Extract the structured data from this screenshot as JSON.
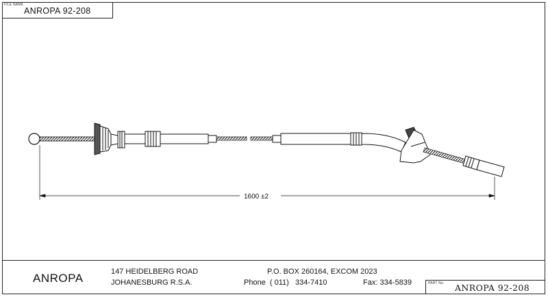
{
  "title_block": {
    "file_name_label": "FILE NAME",
    "file_name": "ANROPA 92-208"
  },
  "drawing": {
    "dimension_text": "1600 ±2"
  },
  "footer": {
    "company": "ANROPA",
    "address_line1": "147 HEIDELBERG ROAD",
    "address_line2": "JOHANESBURG R.S.A.",
    "po_box": "P.O. BOX 260164, EXCOM 2023",
    "phone": "Phone  ( 011)   334-7410",
    "fax": "Fax: 334-5839",
    "part_no_label": "PART No.",
    "part_no": "ANROPA  92-208"
  }
}
